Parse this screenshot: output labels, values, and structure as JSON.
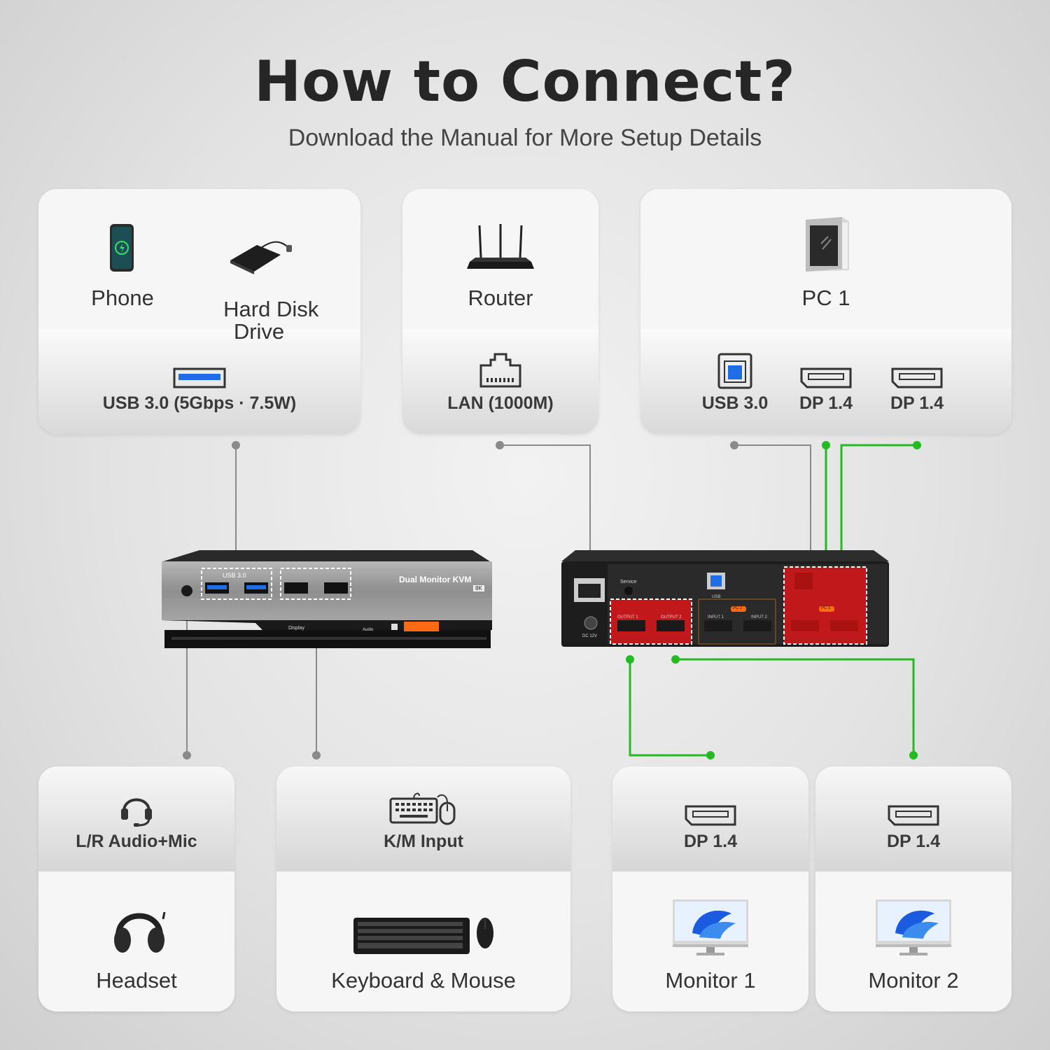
{
  "header": {
    "title": "How to Connect?",
    "subtitle": "Download the Manual for More Setup Details"
  },
  "top_cards": {
    "peripherals": {
      "devices": [
        "Phone",
        "Hard Disk\nDrive"
      ],
      "port": "USB 3.0 (5Gbps · 7.5W)"
    },
    "router": {
      "device": "Router",
      "port": "LAN (1000M)"
    },
    "pc": {
      "device": "PC 1",
      "ports": [
        "USB 3.0",
        "DP 1.4",
        "DP 1.4"
      ]
    }
  },
  "bottom_cards": {
    "audio": {
      "port": "L/R Audio+Mic",
      "device": "Headset"
    },
    "km": {
      "port": "K/M Input",
      "device": "Keyboard & Mouse"
    },
    "monitor1": {
      "port": "DP 1.4",
      "device": "Monitor 1"
    },
    "monitor2": {
      "port": "DP 1.4",
      "device": "Monitor 2"
    }
  },
  "kvm_front": {
    "model": "Dual Monitor KVM",
    "badge": "8K",
    "usb_label": "USB 3.0",
    "display_label": "Display",
    "audio_label": "Audio"
  },
  "kvm_rear": {
    "service": "Service",
    "dc": "DC 12V",
    "usb": "USB",
    "pc2": "PC 2",
    "pc1": "PC 1",
    "output1": "OUTPUT 1",
    "output2": "OUTPUT 2",
    "input1": "INPUT 1",
    "input2": "INPUT 2"
  },
  "colors": {
    "wire_gray": "#8a8a8a",
    "wire_green": "#22bb22",
    "highlight_red": "#c0181b",
    "usb_blue": "#1e6fe6",
    "accent_orange": "#ff6a13"
  }
}
